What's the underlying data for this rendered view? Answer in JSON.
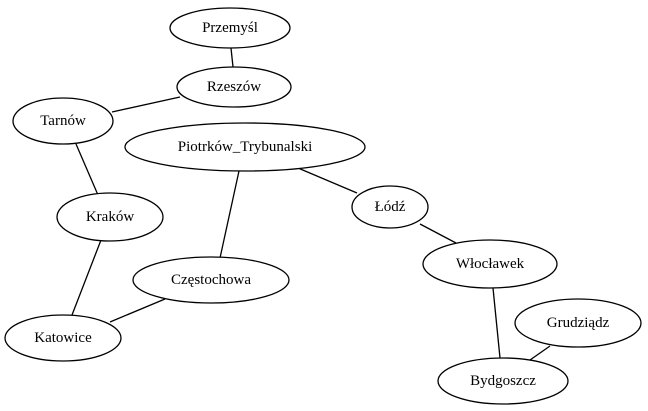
{
  "graph": {
    "nodes": [
      {
        "id": "przemysl",
        "label": "Przemyśl"
      },
      {
        "id": "rzeszow",
        "label": "Rzeszów"
      },
      {
        "id": "tarnow",
        "label": "Tarnów"
      },
      {
        "id": "piotrkow",
        "label": "Piotrków_Trybunalski"
      },
      {
        "id": "krakow",
        "label": "Kraków"
      },
      {
        "id": "lodz",
        "label": "Łódź"
      },
      {
        "id": "czestochowa",
        "label": "Częstochowa"
      },
      {
        "id": "wloclawek",
        "label": "Włocławek"
      },
      {
        "id": "katowice",
        "label": "Katowice"
      },
      {
        "id": "grudziadz",
        "label": "Grudziądz"
      },
      {
        "id": "bydgoszcz",
        "label": "Bydgoszcz"
      }
    ],
    "edges": [
      {
        "from": "przemysl",
        "to": "rzeszow"
      },
      {
        "from": "rzeszow",
        "to": "tarnow"
      },
      {
        "from": "tarnow",
        "to": "krakow"
      },
      {
        "from": "krakow",
        "to": "katowice"
      },
      {
        "from": "katowice",
        "to": "czestochowa"
      },
      {
        "from": "czestochowa",
        "to": "piotrkow"
      },
      {
        "from": "piotrkow",
        "to": "lodz"
      },
      {
        "from": "lodz",
        "to": "wloclawek"
      },
      {
        "from": "wloclawek",
        "to": "bydgoszcz"
      },
      {
        "from": "bydgoszcz",
        "to": "grudziadz"
      }
    ]
  }
}
